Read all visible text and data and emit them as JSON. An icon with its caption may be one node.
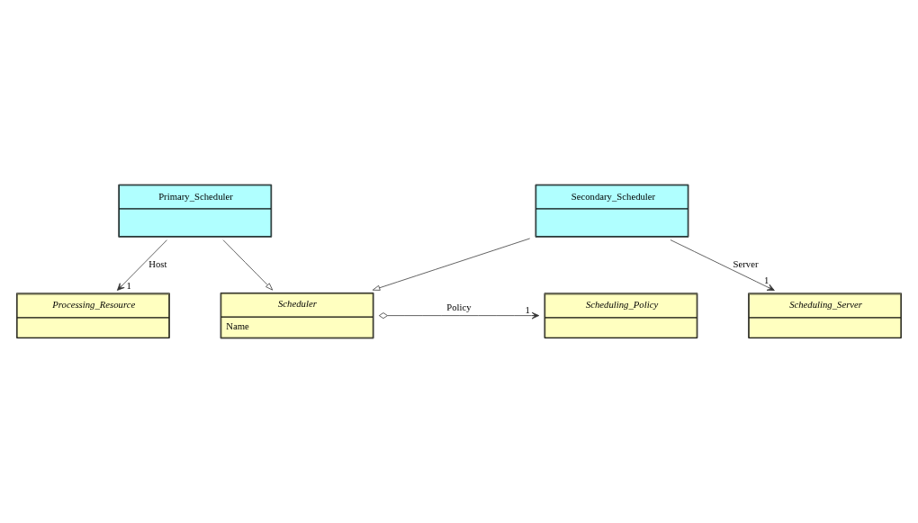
{
  "diagram": {
    "nodes": [
      {
        "text": [
          "Scheduler",
          "Name"
        ]
      },
      {
        "text": [
          "Scheduling_Policy"
        ]
      },
      {
        "text": [
          "Primary_Scheduler"
        ]
      },
      {
        "text": [
          "Secondary_Scheduler"
        ]
      },
      {
        "text": [
          "Processing_Resource"
        ]
      },
      {
        "text": [
          "Scheduling_Server"
        ]
      }
    ],
    "edges": [
      {
        "from": 2,
        "to": 0,
        "arrow": "to"
      },
      {
        "from": 3,
        "to": 0,
        "arrow": "to"
      },
      {
        "from": 0,
        "to": 1,
        "arrow": "to",
        "label": "Policy"
      },
      {
        "from": 2,
        "to": 4,
        "arrow": "to",
        "label": "Host"
      },
      {
        "from": 3,
        "to": 5,
        "arrow": "to",
        "label": "Server"
      }
    ],
    "labels": [
      "1",
      "1",
      "1"
    ]
  }
}
